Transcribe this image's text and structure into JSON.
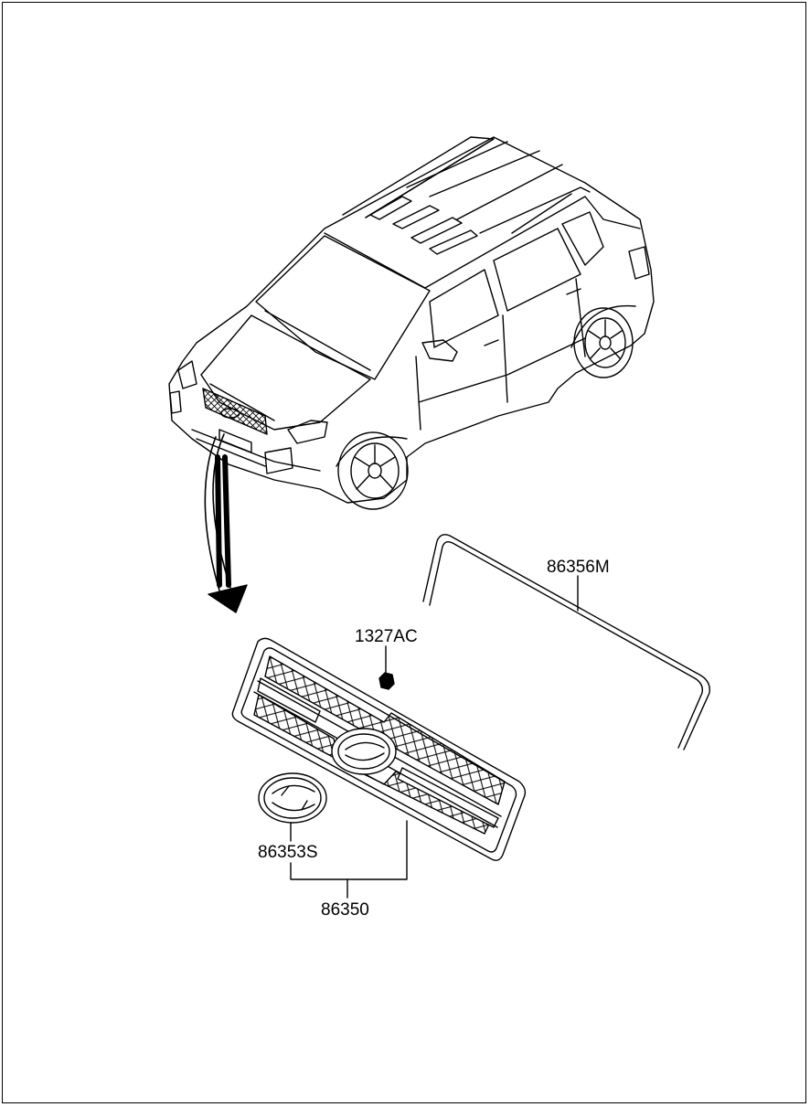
{
  "parts": {
    "molding": "86356M",
    "clip": "1327AC",
    "emblem": "86353S",
    "grille_assembly": "86350"
  },
  "colors": {
    "line": "#000000",
    "background": "#ffffff"
  }
}
